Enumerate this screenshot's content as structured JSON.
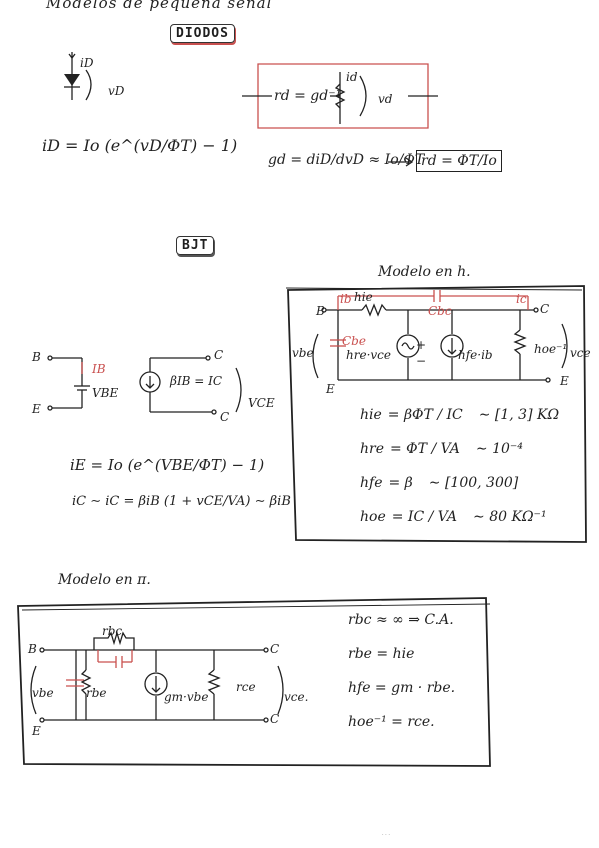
{
  "page": {
    "top_title": "Modelos de pequeña señal",
    "footer_mark": "· · ·"
  },
  "diodos": {
    "label": "DIODOS",
    "iD": "iD",
    "vD": "vD",
    "equation": "iD = Io (e^(vD/ΦT) − 1)",
    "model_rd": "rd = gd⁻¹",
    "model_id": "id",
    "model_vd": "vd",
    "gd_eq": "gd = diD/dvD ≈ Io/ΦT",
    "rd_eq": "rd = ΦT/Io"
  },
  "bjt": {
    "label": "BJT",
    "modelo_h_title": "Modelo en h.",
    "B": "B",
    "E": "E",
    "C": "C",
    "IB": "IB",
    "VBE": "VBE",
    "source": "βIB = IC",
    "VCE": "VCE",
    "iE_eq": "iE = Io (e^(VBE/ΦT) − 1)",
    "iC_eq": "iC ∼ iC = βiB (1 + vCE/VA) ∼ βiB",
    "h_model": {
      "B": "B",
      "C": "C",
      "E": "E",
      "ib": "ib",
      "ic": "ic",
      "hie": "hie",
      "cbc": "Cbc",
      "cbe": "Cbe",
      "hre_vce": "hre·vce",
      "hfe_ib": "hfe·ib",
      "hoe_inv": "hoe⁻¹",
      "vbe": "vbe",
      "vce": "vce",
      "plus": "+",
      "minus": "−"
    },
    "params": [
      {
        "name": "hie",
        "expr": "= βΦT / IC",
        "approx": "∼ [1, 3] KΩ"
      },
      {
        "name": "hre",
        "expr": "= ΦT / VA",
        "approx": "∼ 10⁻⁴"
      },
      {
        "name": "hfe",
        "expr": "= β",
        "approx": "∼ [100, 300]"
      },
      {
        "name": "hoe",
        "expr": "= IC / VA",
        "approx": "∼ 80 KΩ⁻¹"
      }
    ]
  },
  "pi": {
    "title": "Modelo en π.",
    "B": "B",
    "C": "C",
    "E": "E",
    "rbc": "rbc",
    "rbe": "rbe",
    "vbe": "vbe",
    "gm_vbe": "gm·vbe",
    "rce": "rce",
    "vce": "vce.",
    "relations": [
      "rbc ≈ ∞ ⇒ C.A.",
      "rbe = hie",
      "hfe = gm · rbe.",
      "hoe⁻¹ = rce."
    ]
  }
}
